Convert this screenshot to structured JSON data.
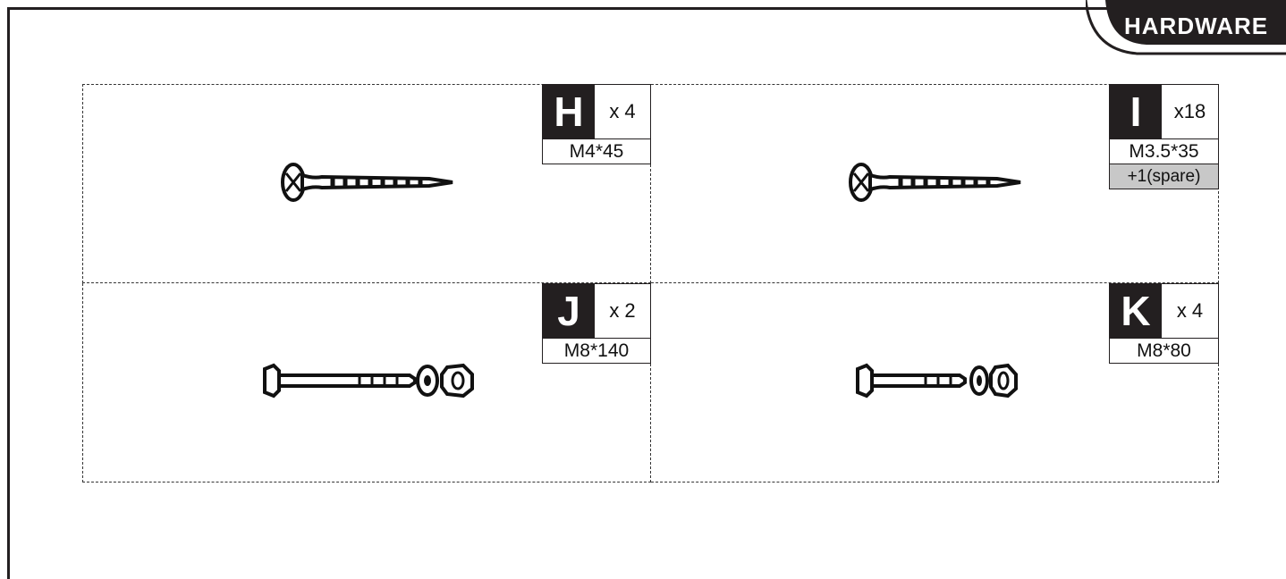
{
  "header": {
    "section_label": "HARDWARE"
  },
  "parts": [
    {
      "letter": "H",
      "quantity": "x 4",
      "spec": "M4*45",
      "icon": "wood-screw-icon"
    },
    {
      "letter": "I",
      "quantity": "x18",
      "spec": "M3.5*35",
      "note": "+1(spare)",
      "icon": "wood-screw-icon"
    },
    {
      "letter": "J",
      "quantity": "x 2",
      "spec": "M8*140",
      "icon": "bolt-washer-nut-icon"
    },
    {
      "letter": "K",
      "quantity": "x 4",
      "spec": "M8*80",
      "icon": "bolt-washer-nut-icon"
    }
  ],
  "colors": {
    "ink": "#231f20",
    "spare_fill": "#c8c8c8",
    "background": "#ffffff"
  }
}
